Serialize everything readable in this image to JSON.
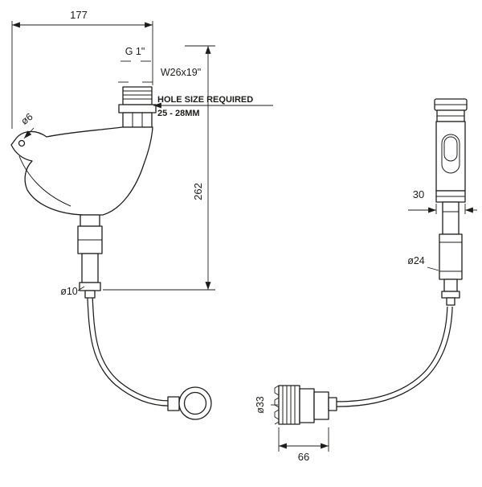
{
  "drawing": {
    "background": "#ffffff",
    "line_color": "#1d1d1b",
    "labels": {
      "dim_top_width": "177",
      "thread_primary": "G 1\"",
      "thread_secondary": "W26x19\"",
      "hole_note_1": "HOLE SIZE REQUIRED",
      "hole_note_2": "25 - 28MM",
      "dia_outlet": "ø6",
      "dim_height": "262",
      "dia_stem": "ø10",
      "dim_grip": "30",
      "dia_body": "ø24",
      "dia_coupling": "ø33",
      "dim_coupling": "66"
    }
  }
}
